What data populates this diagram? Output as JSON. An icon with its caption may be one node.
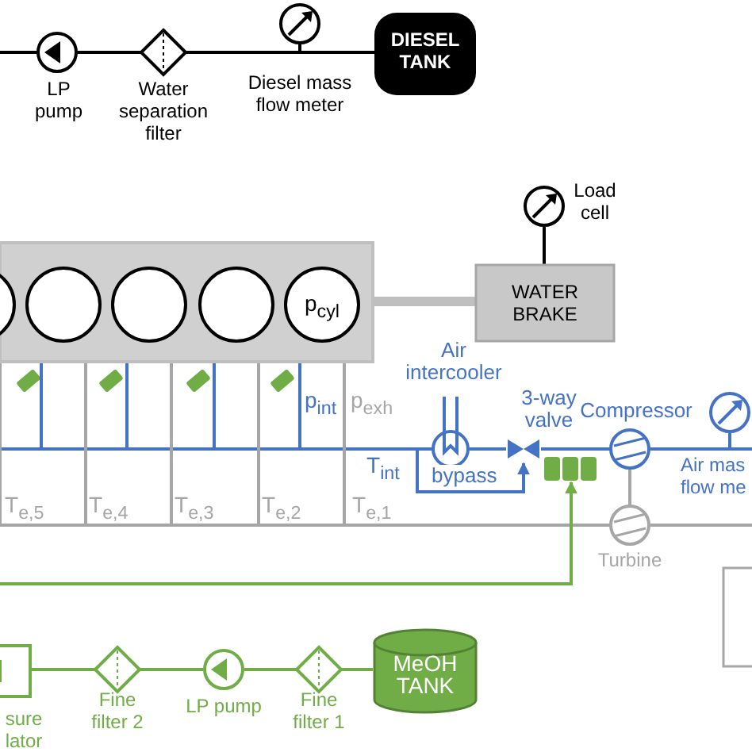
{
  "diagram": {
    "nodes": [
      {
        "text": [
          "LP pump"
        ]
      },
      {
        "text": [
          "Water separation filter"
        ]
      },
      {
        "text": [
          "Diesel mass flow meter"
        ]
      },
      {
        "text": [
          "DIESEL TANK"
        ]
      },
      {
        "text": [],
        "shape": "box"
      },
      {
        "text": [],
        "shape": "circle"
      },
      {
        "text": [],
        "shape": "circle",
        "in": 4
      },
      {
        "text": [],
        "shape": "circle",
        "in": 4
      },
      {
        "text": [],
        "shape": "circle",
        "in": 4
      },
      {
        "text": [
          "p$_{cyl}$"
        ],
        "in": 4
      },
      {
        "text": [
          "Load cell"
        ]
      },
      {
        "text": [
          "WATER BRAKE"
        ]
      },
      {
        "text": [
          "Air intercooler"
        ]
      },
      {
        "text": [
          "3-way valve"
        ]
      },
      {
        "text": [],
        "shape": "box"
      },
      {
        "text": [
          "Compressor"
        ]
      },
      {
        "text": [
          "Air mas flow me"
        ]
      },
      {
        "text": [
          "Turbine"
        ]
      },
      {
        "text": [],
        "shape": "box"
      },
      {
        "text": [
          "sure lator"
        ]
      },
      {
        "text": [
          "Fine filter 2"
        ]
      },
      {
        "text": [
          "LP pump"
        ]
      },
      {
        "text": [
          "Fine filter 1"
        ]
      },
      {
        "text": [
          "MeOH TANK"
        ]
      }
    ],
    "edges": [
      {
        "from": 3,
        "to": 2,
        "arrow": "none",
        "color": "#000000"
      },
      {
        "from": 2,
        "to": 1,
        "arrow": "none",
        "color": "#000000"
      },
      {
        "from": 1,
        "to": 0,
        "arrow": "none",
        "color": "#000000"
      },
      {
        "from": 0,
        "to": null,
        "arrow": "none",
        "color": "#000000"
      },
      {
        "from": 4,
        "to": 11,
        "arrow": "none",
        "style": "thick",
        "color": "#bfbfbf"
      },
      {
        "from": 10,
        "to": 11,
        "arrow": "none",
        "color": "#000000"
      },
      {
        "from": 16,
        "to": 15,
        "arrow": "none",
        "color": "#4472c4"
      },
      {
        "from": 15,
        "to": 13,
        "arrow": "none",
        "color": "#4472c4"
      },
      {
        "from": 13,
        "to": 12,
        "arrow": "none",
        "color": "#4472c4"
      },
      {
        "from": 12,
        "to": 13,
        "arrow": "to",
        "label": "bypass",
        "color": "#4472c4"
      },
      {
        "from": 12,
        "to": 5,
        "arrow": "none",
        "color": "#4472c4"
      },
      {
        "from": 12,
        "to": 6,
        "arrow": "none",
        "color": "#4472c4"
      },
      {
        "from": 12,
        "to": 7,
        "arrow": "none",
        "color": "#4472c4"
      },
      {
        "from": 12,
        "to": 8,
        "arrow": "none",
        "color": "#4472c4"
      },
      {
        "from": 12,
        "to": 9,
        "arrow": "none",
        "color": "#4472c4"
      },
      {
        "from": 5,
        "to": 17,
        "arrow": "none",
        "color": "#a6a6a6"
      },
      {
        "from": 6,
        "to": 17,
        "arrow": "none",
        "color": "#a6a6a6"
      },
      {
        "from": 7,
        "to": 17,
        "arrow": "none",
        "color": "#a6a6a6"
      },
      {
        "from": 8,
        "to": 17,
        "arrow": "none",
        "color": "#a6a6a6"
      },
      {
        "from": 9,
        "to": 17,
        "arrow": "none",
        "color": "#a6a6a6"
      },
      {
        "from": 15,
        "to": 17,
        "arrow": "none",
        "color": "#a6a6a6"
      },
      {
        "from": 17,
        "to": null,
        "arrow": "none",
        "color": "#a6a6a6"
      },
      {
        "from": 23,
        "to": 22,
        "arrow": "none",
        "color": "#70ad47"
      },
      {
        "from": 22,
        "to": 21,
        "arrow": "none",
        "color": "#70ad47"
      },
      {
        "from": 21,
        "to": 20,
        "arrow": "none",
        "color": "#70ad47"
      },
      {
        "from": 20,
        "to": 19,
        "arrow": "none",
        "color": "#70ad47"
      },
      {
        "from": null,
        "to": 14,
        "arrow": "to",
        "color": "#70ad47"
      }
    ],
    "labels": [
      "p$_{int}$",
      "p$_{exh}$",
      "T$_{int}$",
      "T$_{e,5}$",
      "T$_{e,4}$",
      "T$_{e,3}$",
      "T$_{e,2}$",
      "T$_{e,1}$"
    ]
  }
}
